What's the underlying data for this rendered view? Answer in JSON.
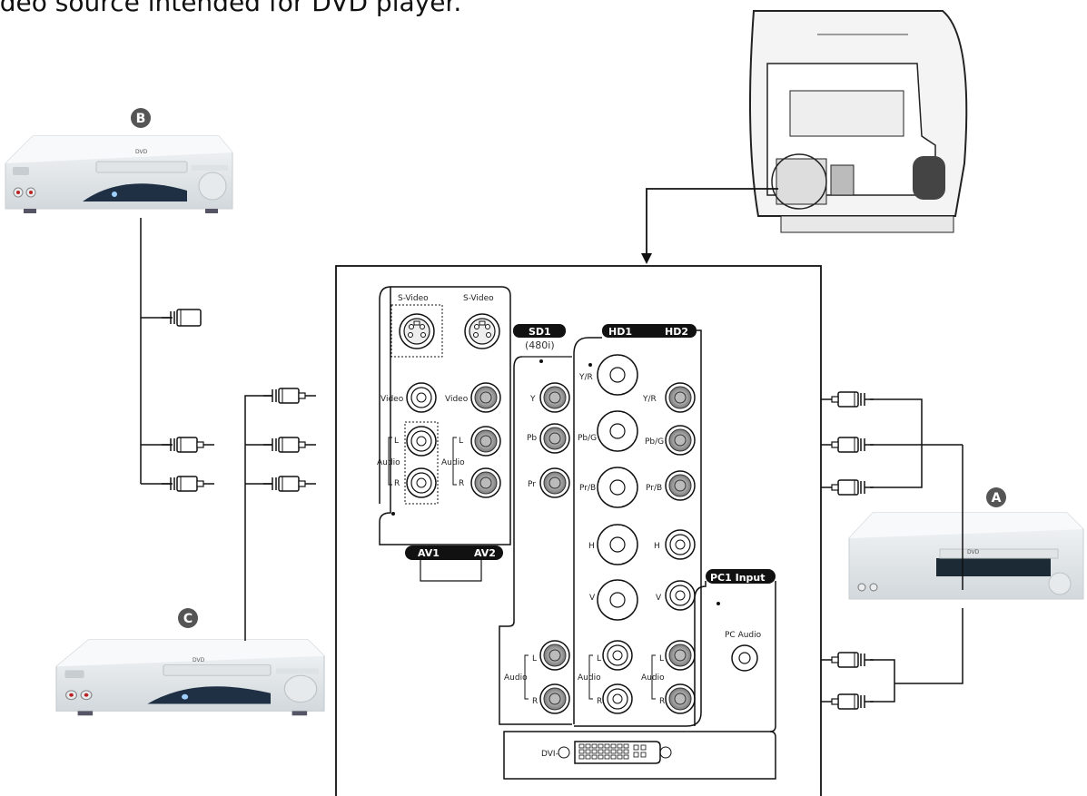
{
  "header": {
    "text": "ideo source intended for DVD player."
  },
  "devices": {
    "a": {
      "letter": "A"
    },
    "b": {
      "letter": "B"
    },
    "c": {
      "letter": "C"
    },
    "player_badge": "DVD"
  },
  "panel": {
    "svideo_left": "S-Video",
    "svideo_right": "S-Video",
    "video_left": "Video",
    "video_right": "Video",
    "audio_left": "Audio",
    "audio_right": "Audio",
    "l": "L",
    "r": "R",
    "av1": "AV1",
    "av2": "AV2",
    "sd1": "SD1",
    "sd1_sub": "(480i)",
    "hd1": "HD1",
    "hd2": "HD2",
    "y": "Y",
    "pb": "Pb",
    "pr": "Pr",
    "yr": "Y/R",
    "pbg": "Pb/G",
    "prb": "Pr/B",
    "h": "H",
    "v": "V",
    "audio": "Audio",
    "pc1_input": "PC1 Input",
    "pc_audio": "PC Audio",
    "dvi": "DVI-D"
  }
}
